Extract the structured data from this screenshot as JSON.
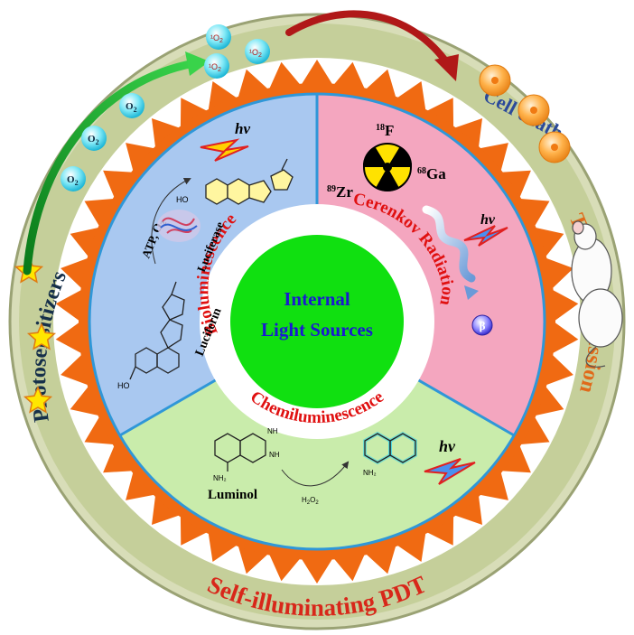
{
  "center": {
    "line1": "Internal",
    "line2": "Light Sources"
  },
  "sectors": {
    "bioluminescence": "Bioluminescence",
    "cerenkov": "Cerenkov Radiation",
    "chemiluminescence": "Chemiluminescence"
  },
  "outer_labels": {
    "photosensitizers": "Photosensitizers",
    "tumor_suppression": "Tumor suppression",
    "cell_death": "Cell death",
    "self_illuminating_pdt": "Self-illuminating PDT"
  },
  "oxygen": {
    "o2": "O",
    "o2_sub": "2",
    "singlet": "¹O",
    "singlet_sub": "2"
  },
  "bio": {
    "atp_o2": "ATP, O",
    "atp_sub": "2",
    "luciferase": "Luciferase",
    "luciferin": "Luciferin",
    "hv": "hν",
    "ho": "HO"
  },
  "cerenkov": {
    "f18_mass": "18",
    "f18": "F",
    "zr89_mass": "89",
    "zr89": "Zr",
    "ga68_mass": "68",
    "ga68": "Ga",
    "hv": "hν",
    "beta": "β"
  },
  "chemi": {
    "luminol": "Luminol",
    "h2o2": "H",
    "h2o2_sub1": "2",
    "h2o2_mid": "O",
    "h2o2_sub2": "2",
    "nh2": "NH₂",
    "nh": "NH",
    "hv": "hν"
  },
  "colors": {
    "outer_ring": "#c5cf9a",
    "orange": "#f06a12",
    "bio_bg": "#a9c8f0",
    "cerenkov_bg": "#f4a6bf",
    "chemi_bg": "#c9ecab",
    "center": "#10e010",
    "center_text": "#1a1ad0",
    "sector_label": "#e01010"
  }
}
